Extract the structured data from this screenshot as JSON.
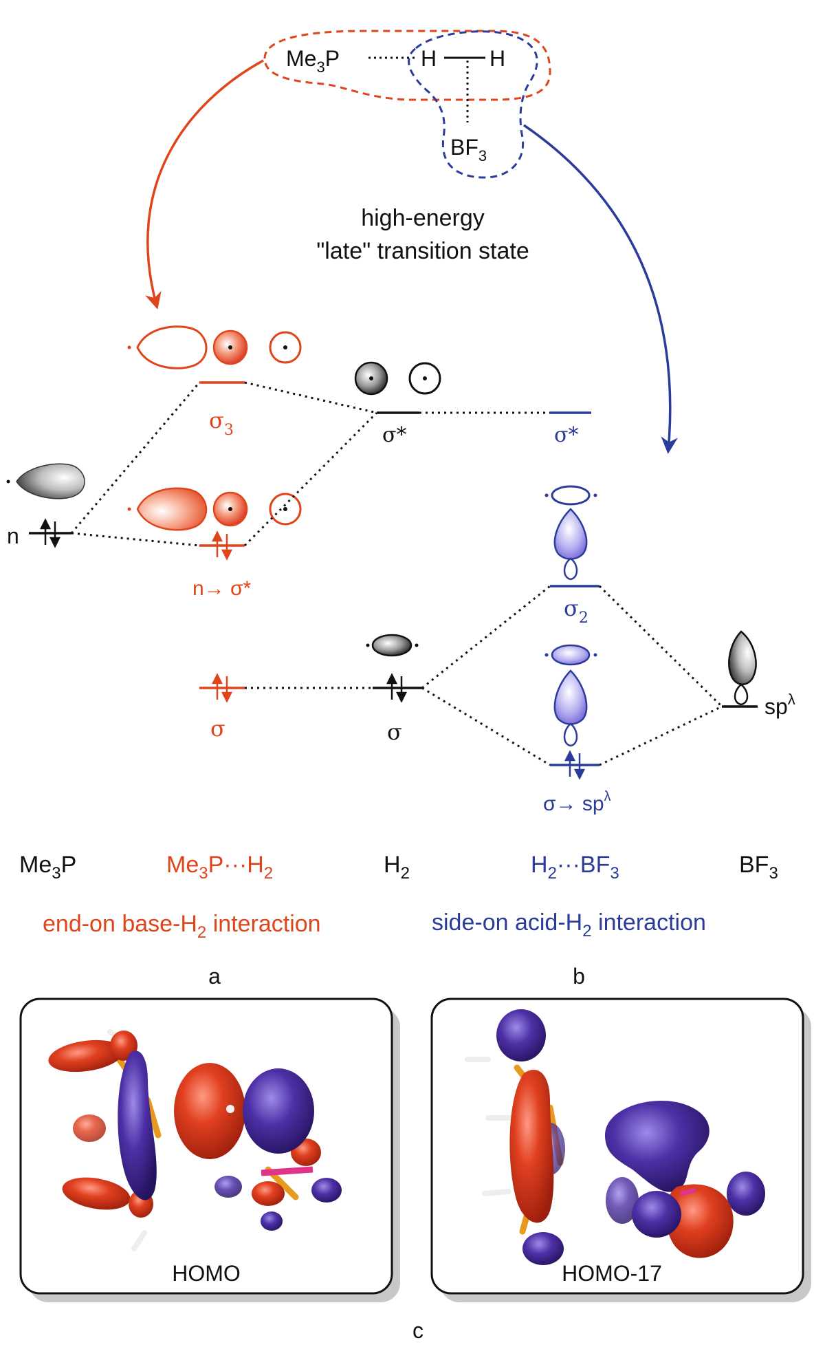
{
  "colors": {
    "orange": "#e0441a",
    "blue": "#2a3b9a",
    "black": "#111111",
    "iso_red": "#d8321c",
    "iso_purple": "#4a2c9c"
  },
  "icons": [
    "up-down-arrows-icon",
    "orbital-lobe-icon",
    "orbital-circle-icon"
  ],
  "ts": {
    "me3p": "Me",
    "me3p_sub": "3",
    "me3p_p": "P",
    "h1": "H",
    "h2": "H",
    "bf": "BF",
    "bf_sub": "3",
    "caption_line1": "high-energy",
    "caption_line2": "\"late\" transition state"
  },
  "levels": {
    "sigma3": "σ",
    "sigma3_sub": "3",
    "sigma_star_h2": "σ*",
    "sigma_star_blue": "σ*",
    "n": "n",
    "n_to_sigma_star": "n→ σ*",
    "sigma2": "σ",
    "sigma2_sub": "2",
    "sigma_orange": "σ",
    "sigma_h2": "σ",
    "sp_lambda": "sp",
    "sp_lambda_sup": "λ",
    "sigma_to_sp": "σ→ sp",
    "sigma_to_sp_sup": "λ"
  },
  "columns": {
    "me3p": "Me",
    "me3p_sub": "3",
    "me3p_p": "P",
    "me3p_h2_a": "Me",
    "me3p_h2_sub1": "3",
    "me3p_h2_b": "P···H",
    "me3p_h2_sub2": "2",
    "h2_a": "H",
    "h2_sub": "2",
    "h2bf3_a": "H",
    "h2bf3_sub1": "2",
    "h2bf3_b": "···BF",
    "h2bf3_sub2": "3",
    "bf3_a": "BF",
    "bf3_sub": "3"
  },
  "interactions": {
    "end_on_a": "end-on base-H",
    "end_on_sub": "2",
    "end_on_b": " interaction",
    "side_on_a": "side-on acid-H",
    "side_on_sub": "2",
    "side_on_b": " interaction"
  },
  "panels": {
    "a": "a",
    "b": "b",
    "c": "c",
    "homo": "HOMO",
    "homo17": "HOMO-17"
  }
}
